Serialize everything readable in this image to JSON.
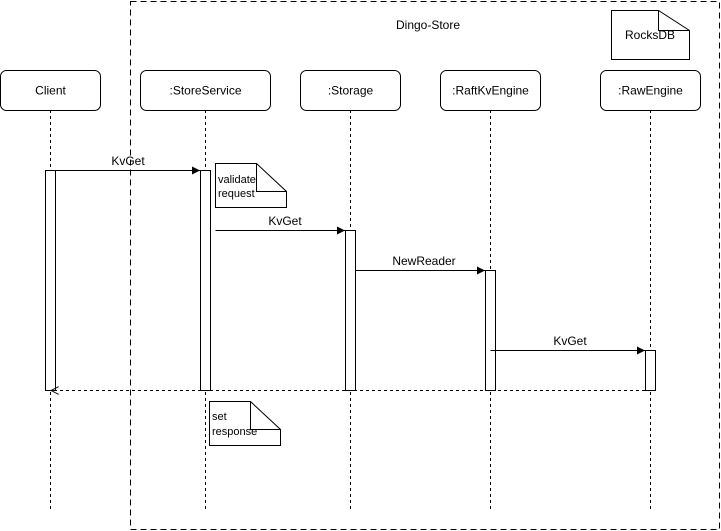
{
  "diagram": {
    "group_label": "Dingo-Store",
    "external_note": "RocksDB",
    "participants": [
      {
        "id": "client",
        "label": "Client"
      },
      {
        "id": "store_service",
        "label": ":StoreService"
      },
      {
        "id": "storage",
        "label": ":Storage"
      },
      {
        "id": "raft_kv_engine",
        "label": ":RaftKvEngine"
      },
      {
        "id": "raw_engine",
        "label": ":RawEngine"
      }
    ],
    "messages": [
      {
        "from": "client",
        "to": "store_service",
        "label": "KvGet",
        "style": "solid"
      },
      {
        "from": "store_service",
        "to": "storage",
        "label": "KvGet",
        "style": "solid"
      },
      {
        "from": "storage",
        "to": "raft_kv_engine",
        "label": "NewReader",
        "style": "solid"
      },
      {
        "from": "raft_kv_engine",
        "to": "raw_engine",
        "label": "KvGet",
        "style": "solid"
      },
      {
        "from": "raw_engine",
        "to": "client",
        "label": "",
        "style": "dashed"
      }
    ],
    "notes": [
      {
        "id": "validate",
        "lines": [
          "validate",
          "request"
        ]
      },
      {
        "id": "response",
        "lines": [
          "set",
          "response"
        ]
      }
    ]
  }
}
